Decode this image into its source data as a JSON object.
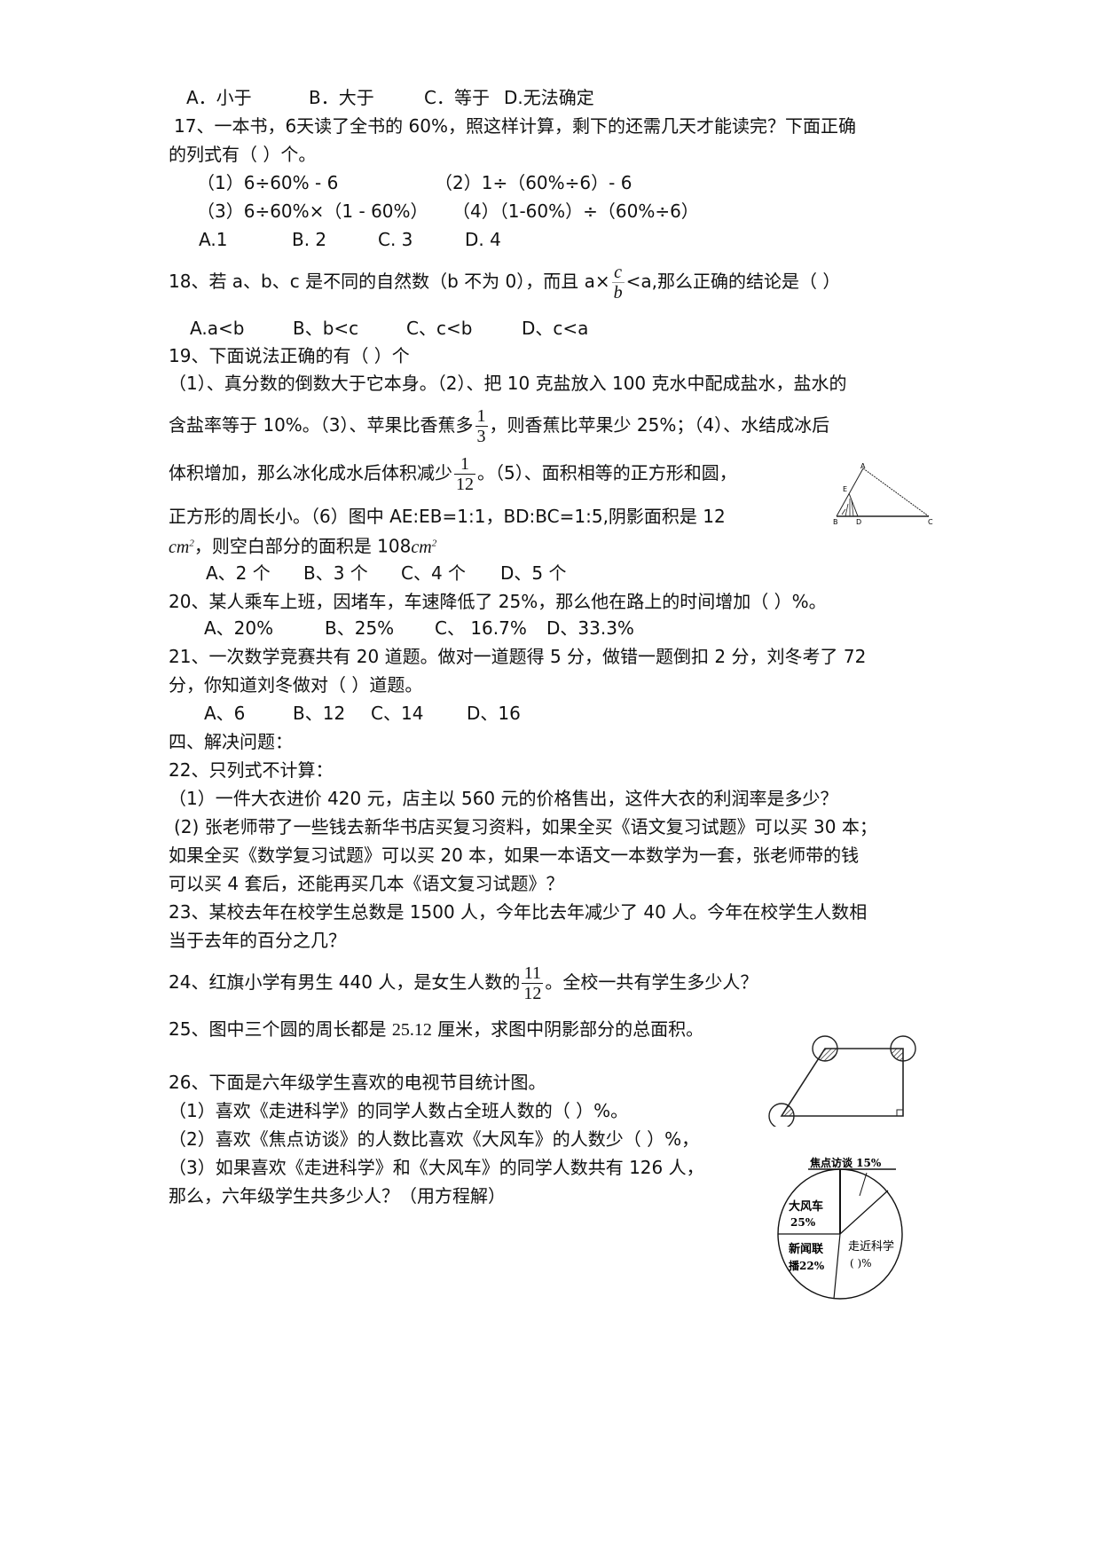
{
  "q16": {
    "options": [
      "A．小于",
      "B．大于",
      "C．等于",
      "D.无法确定"
    ]
  },
  "q17": {
    "line1": "17、一本书，6天读了全书的 60%，照这样计算，剩下的还需几天才能读完？下面正确",
    "line2": "的列式有（      ）个。",
    "formula1": "（1）6÷60% - 6",
    "formula2": "（2）1÷（60%÷6）- 6",
    "formula3": "（3）6÷60%×（1 - 60%）",
    "formula4": "（4）（1-60%）÷（60%÷6）",
    "options": [
      "A.1",
      "B. 2",
      "C. 3",
      "D. 4"
    ]
  },
  "q18": {
    "text_before": "18、若 a、b、c 是不同的自然数（b 不为 0），而且 a×",
    "frac_num": "c",
    "frac_den": "b",
    "text_after": "<a,那么正确的结论是（        ）",
    "options": [
      "A.a<b",
      "B、b<c",
      "C、c<b",
      "D、c<a"
    ]
  },
  "q19": {
    "title": "19、下面说法正确的有（    ）个",
    "line1": "（1）、真分数的倒数大于它本身。（2）、把 10 克盐放入 100 克水中配成盐水，盐水的",
    "line2_before": "含盐率等于 10%。（3）、苹果比香蕉多",
    "line2_frac_num": "1",
    "line2_frac_den": "3",
    "line2_after": "，则香蕉比苹果少 25%；（4）、水结成冰后",
    "line3_before": "体积增加，那么冰化成水后体积减少",
    "line3_frac_num": "1",
    "line3_frac_den": "12",
    "line3_after": "。（5）、面积相等的正方形和圆，",
    "line4": "正方形的周长小。（6）图中 AE:EB=1:1，BD:BC=1:5,阴影面积是 12",
    "line5_unit": "cm",
    "line5_unit_sup": "2",
    "line5_text": "，则空白部分的面积是 108",
    "line5_unit2": "cm",
    "line5_unit2_sup": "2",
    "options": [
      "A、2 个",
      "B、3 个",
      "C、4 个",
      "D、5 个"
    ],
    "figure_labels": {
      "A": "A",
      "E": "E",
      "B": "B",
      "D": "D",
      "C": "C"
    }
  },
  "q20": {
    "text": "20、某人乘车上班，因堵车，车速降低了 25%，那么他在路上的时间增加（      ）%。",
    "options": [
      "A、20%",
      "B、25%",
      "C、 16.7%",
      "D、33.3%"
    ]
  },
  "q21": {
    "line1": "21、一次数学竞赛共有 20 道题。做对一道题得 5 分，做错一题倒扣 2 分，刘冬考了 72",
    "line2": "分，你知道刘冬做对（   ）道题。",
    "options": [
      "A、6",
      "B、12",
      "C、14",
      "D、16"
    ]
  },
  "section4": {
    "title": "四、解决问题："
  },
  "q22": {
    "title": "22、只列式不计算：",
    "sub1": "（1）一件大衣进价 420 元，店主以 560 元的价格售出，这件大衣的利润率是多少？",
    "sub2_line1": "(2) 张老师带了一些钱去新华书店买复习资料，如果全买《语文复习试题》可以买 30 本；",
    "sub2_line2": "如果全买《数学复习试题》可以买 20 本，如果一本语文一本数学为一套，张老师带的钱",
    "sub2_line3": "可以买 4 套后，还能再买几本《语文复习试题》？"
  },
  "q23": {
    "line1": "23、某校去年在校学生总数是 1500 人，今年比去年减少了 40 人。今年在校学生人数相",
    "line2": "当于去年的百分之几？"
  },
  "q24": {
    "text_before": "24、红旗小学有男生 440 人，是女生人数的",
    "frac_num": "11",
    "frac_den": "12",
    "text_after": "。全校一共有学生多少人？"
  },
  "q25": {
    "text_before": "25、图中三个圆的周长都是 ",
    "value": "25.12",
    "text_after": " 厘米，求图中阴影部分的总面积。"
  },
  "q26": {
    "title": "26、下面是六年级学生喜欢的电视节目统计图。",
    "sub1": "（1）喜欢《走进科学》的同学人数占全班人数的（     ）%。",
    "sub2": "（2）喜欢《焦点访谈》的人数比喜欢《大风车》的人数少（     ）%，",
    "sub3": "（3）如果喜欢《走进科学》和《大风车》的同学人数共有 126 人，",
    "sub4": "那么，六年级学生共多少人？（用方程解）"
  },
  "chart_data": {
    "type": "pie",
    "title": "",
    "slices": [
      {
        "label": "焦点访谈",
        "value": 15,
        "display": "焦点访谈 15%"
      },
      {
        "label": "走近科学",
        "value": null,
        "display": "走近科学 （   ）%"
      },
      {
        "label": "新闻联播",
        "value": 22,
        "display": "新闻联播22%"
      },
      {
        "label": "大风车",
        "value": 25,
        "display": "大风车 25%"
      }
    ],
    "labels_text": {
      "jiaodian": "焦点访谈 15%",
      "dafengche_1": "大风车",
      "dafengche_2": "25%",
      "xinwen_1": "新闻联",
      "xinwen_2": "播22%",
      "zoujin_1": "走近科学",
      "zoujin_2": "(      )%"
    }
  }
}
